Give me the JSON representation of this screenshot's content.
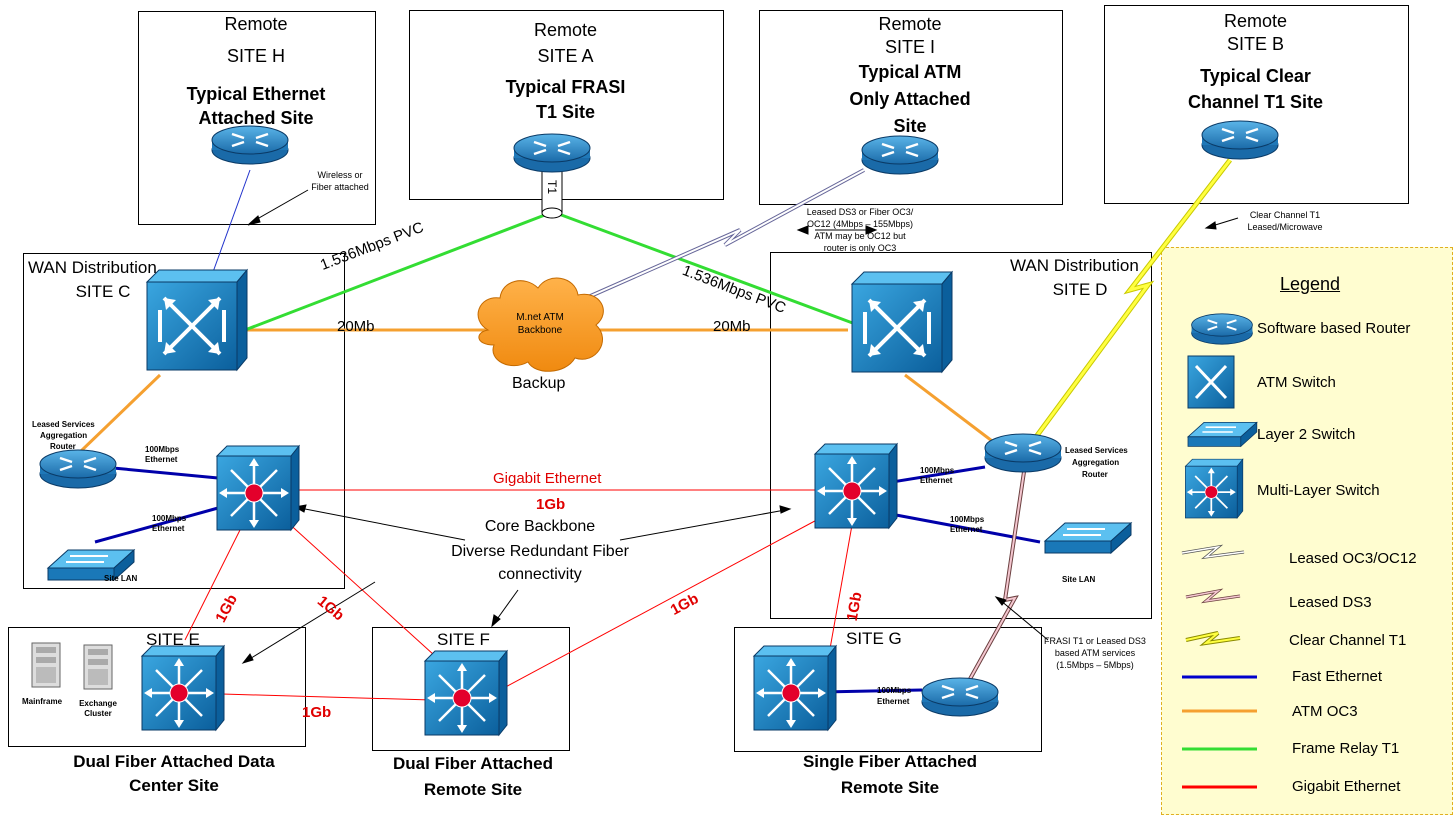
{
  "sites": {
    "h": {
      "line1": "Remote",
      "line2": "SITE H",
      "title1": "Typical Ethernet",
      "title2": "Attached Site"
    },
    "a": {
      "line1": "Remote",
      "line2": "SITE A",
      "title1": "Typical FRASI",
      "title2": "T1 Site"
    },
    "i": {
      "line1": "Remote",
      "line2": "SITE I",
      "title1": "Typical ATM",
      "title2": "Only Attached",
      "title3": "Site"
    },
    "b": {
      "line1": "Remote",
      "line2": "SITE B",
      "title1": "Typical Clear",
      "title2": "Channel T1 Site"
    },
    "c": {
      "line1": "WAN Distribution",
      "line2": "SITE C"
    },
    "d": {
      "line1": "WAN Distribution",
      "line2": "SITE D"
    },
    "e": {
      "label": "SITE E",
      "caption1": "Dual Fiber Attached Data",
      "caption2": "Center Site"
    },
    "f": {
      "label": "SITE F",
      "caption1": "Dual Fiber Attached",
      "caption2": "Remote Site"
    },
    "g": {
      "label": "SITE G",
      "caption1": "Single Fiber Attached",
      "caption2": "Remote Site"
    }
  },
  "labels": {
    "wireless1": "Wireless or",
    "wireless2": "Fiber attached",
    "t1": "T1",
    "pvc_left": "1.536Mbps PVC",
    "pvc_right": "1.536Mbps PVC",
    "mb20_left": "20Mb",
    "mb20_right": "20Mb",
    "cloud1": "M.net ATM",
    "cloud2": "Backbone",
    "backup": "Backup",
    "ds3_1": "Leased DS3 or Fiber OC3/",
    "ds3_2": "OC12 (4Mbps – 155Mbps)",
    "ds3_3": "ATM may be OC12 but",
    "ds3_4": "router is only OC3",
    "cct1_1": "Clear Channel T1",
    "cct1_2": "Leased/Microwave",
    "lsar_c1": "Leased Services",
    "lsar_c2": "Aggregation",
    "lsar_c3": "Router",
    "lsar_d1": "Leased Services",
    "lsar_d2": "Aggregation",
    "lsar_d3": "Router",
    "eth_c1a": "100Mbps",
    "eth_c1b": "Ethernet",
    "eth_c2a": "100Mbps",
    "eth_c2b": "Ethernet",
    "eth_d1a": "100Mbps",
    "eth_d1b": "Ethernet",
    "eth_d2a": "100Mbps",
    "eth_d2b": "Ethernet",
    "eth_ga": "100Mbps",
    "eth_gb": "Ethernet",
    "sitelan_c": "Site LAN",
    "sitelan_d": "Site LAN",
    "gig_eth": "Gigabit Ethernet",
    "gb_core": "1Gb",
    "gb_ce": "1Gb",
    "gb_cf": "1Gb",
    "gb_ef": "1Gb",
    "gb_df": "1Gb",
    "gb_dg": "1Gb",
    "core1": "Core Backbone",
    "core2": "Diverse Redundant Fiber",
    "core3": "connectivity",
    "mainframe": "Mainframe",
    "exchange1": "Exchange",
    "exchange2": "Cluster",
    "frasi1": "FRASI T1 or Leased DS3",
    "frasi2": "based ATM services",
    "frasi3": "(1.5Mbps – 5Mbps)"
  },
  "legend": {
    "title": "Legend",
    "items": [
      {
        "label": "Software based Router",
        "icon": "router-icon"
      },
      {
        "label": "ATM Switch",
        "icon": "atm-switch-icon"
      },
      {
        "label": "Layer 2 Switch",
        "icon": "layer2-switch-icon"
      },
      {
        "label": "Multi-Layer Switch",
        "icon": "multilayer-switch-icon"
      },
      {
        "label": "Leased OC3/OC12",
        "icon": "lightning-white-icon",
        "color": "#ffffff"
      },
      {
        "label": "Leased DS3",
        "icon": "lightning-pink-icon",
        "color": "#f4c7d0"
      },
      {
        "label": "Clear Channel T1",
        "icon": "lightning-yellow-icon",
        "color": "#ffff40"
      },
      {
        "label": "Fast Ethernet",
        "icon": "line-blue",
        "color": "#0000cc"
      },
      {
        "label": "ATM OC3",
        "icon": "line-orange",
        "color": "#f5a030"
      },
      {
        "label": "Frame Relay T1",
        "icon": "line-green",
        "color": "#33dd33"
      },
      {
        "label": "Gigabit Ethernet",
        "icon": "line-red",
        "color": "#ff0000"
      }
    ]
  },
  "colors": {
    "fast_ethernet": "#0000cc",
    "atm_oc3": "#f5a030",
    "frame_relay": "#33dd33",
    "gigabit": "#ff0000",
    "legend_bg": "#fffdd0"
  }
}
